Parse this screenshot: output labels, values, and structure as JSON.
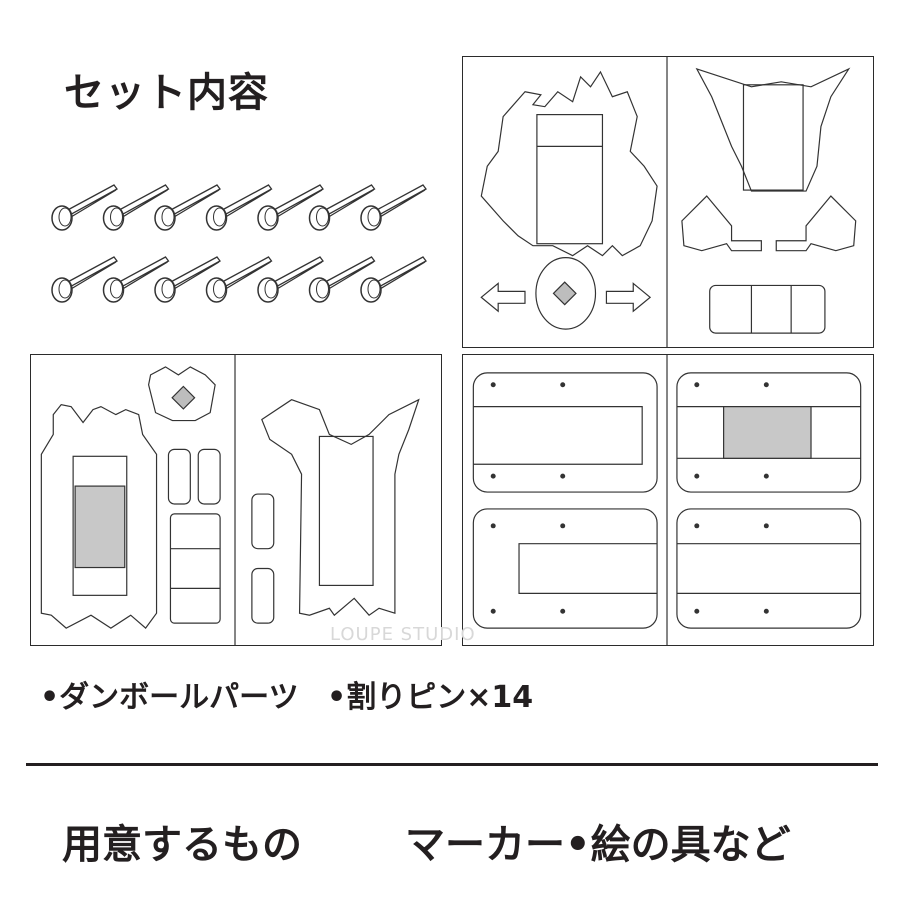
{
  "title": "セット内容",
  "contents": {
    "item1": "•ダンボールパーツ",
    "item2": "•割りピン×14"
  },
  "pin_count": 14,
  "needs": {
    "label": "用意するもの",
    "items": "マーカー•絵の具など"
  },
  "watermark": "LOUPE STUDIO"
}
